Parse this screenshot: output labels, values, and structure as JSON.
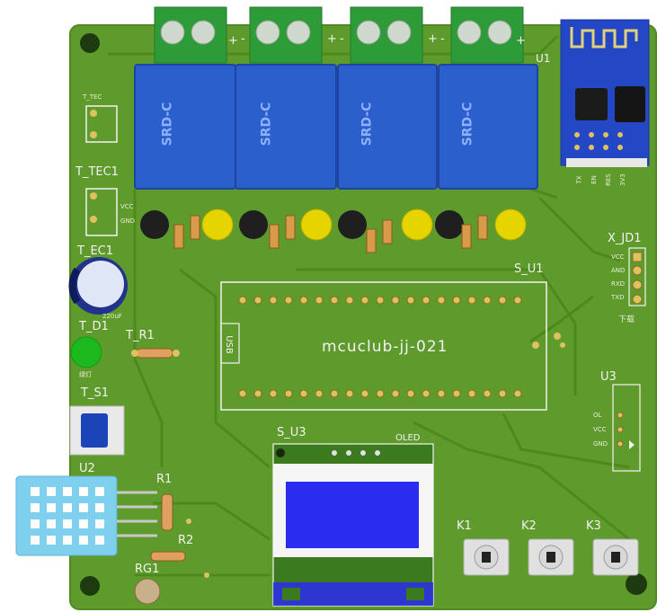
{
  "board": {
    "title": "mcuclub-jj-021",
    "colors": {
      "pcb": "#5f9a2c",
      "pcb_edge": "#4f8a22",
      "trace": "#4e8a1f",
      "relay": "#2a5fcc",
      "terminal": "#2f9a3a",
      "led_yellow": "#e6d400",
      "led_green": "#1db81d",
      "oled_screen": "#2a2cf0",
      "silkscreen": "#f2f2f2"
    }
  },
  "components": {
    "relay_text": "SRD-C",
    "terminal_plus": "+",
    "terminal_minus": "-",
    "tec_label": "T_TEC1",
    "tec_small": "T_TEC",
    "vcc": "VCC",
    "gnd": "GND",
    "ec_label": "T_EC1",
    "cap_value": "220uF",
    "d1_label": "T_D1",
    "r1_label": "T_R1",
    "s1_label": "T_S1",
    "u2_label": "U2",
    "r1b_label": "R1",
    "r2_label": "R2",
    "rg1_label": "RG1",
    "su3_label": "S_U3",
    "oled_label": "OLED",
    "su1_label": "S_U1",
    "usb_label": "USB",
    "u1_label": "U1",
    "esp_pins": [
      "TX",
      "EN",
      "RES",
      "3V3"
    ],
    "xjd1_label": "X_JD1",
    "xjd1_pins": [
      "VCC",
      "AND",
      "RXD",
      "TXD"
    ],
    "xjd1_sub": "下载",
    "u3_label": "U3",
    "u3_pins": [
      "OL",
      "VCC",
      "GND"
    ],
    "k1": "K1",
    "k2": "K2",
    "k3": "K3",
    "d1_sub": "绿灯"
  }
}
